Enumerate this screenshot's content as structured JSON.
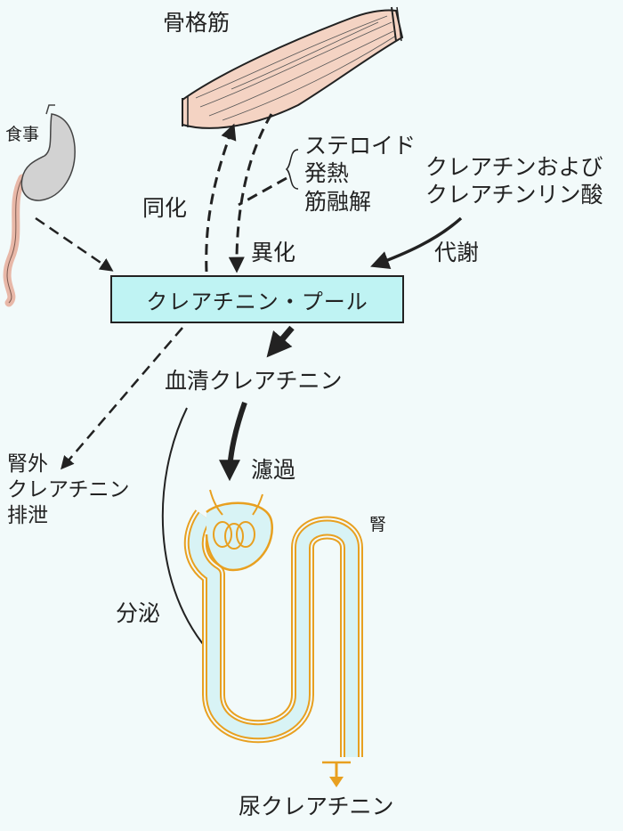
{
  "labels": {
    "muscle": "骨格筋",
    "meal": "食事",
    "anabolism": "同化",
    "catabolism": "異化",
    "factors": [
      "ステロイド",
      "発熱",
      "筋融解"
    ],
    "creatine": [
      "クレアチンおよび",
      "クレアチンリン酸"
    ],
    "metabolism": "代謝",
    "pool": "クレアチニン・プール",
    "serum": "血清クレアチニン",
    "extrarenal": [
      "腎外",
      "クレアチニン",
      "排泄"
    ],
    "filtration": "濾過",
    "kidney": "腎",
    "secretion": "分泌",
    "urine": "尿クレアチニン"
  },
  "colors": {
    "background": "#f2fafa",
    "muscle": "#f4d3c3",
    "stomach": "#d2d2d2",
    "intestine": "#e8b8a8",
    "pool_box": "#bff3f3",
    "kidney_outline": "#e8a020",
    "kidney_fill": "#d8f3f5",
    "arrow": "#222222"
  },
  "icons": [
    "muscle-icon",
    "stomach-icon",
    "kidney-tubule-icon",
    "glomerulus-icon"
  ]
}
